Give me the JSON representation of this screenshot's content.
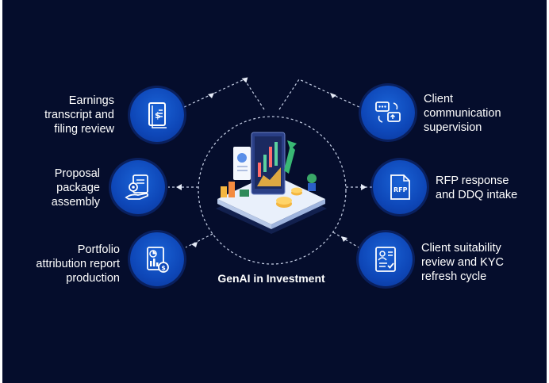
{
  "diagram": {
    "center_label": "GenAI in Investment",
    "left_items": [
      {
        "label_lines": [
          "Earnings",
          "transcript and",
          "filing review"
        ],
        "icon": "document-dollar-icon"
      },
      {
        "label_lines": [
          "Proposal",
          "package",
          "assembly"
        ],
        "icon": "hand-gear-document-icon"
      },
      {
        "label_lines": [
          "Portfolio",
          "attribution report",
          "production"
        ],
        "icon": "report-chart-dollar-icon"
      }
    ],
    "right_items": [
      {
        "label_lines": [
          "Client",
          "communication",
          "supervision"
        ],
        "icon": "chat-exchange-icon"
      },
      {
        "label_lines": [
          "RFP response",
          "and DDQ intake"
        ],
        "icon": "rfp-document-icon",
        "icon_text": "RFP"
      },
      {
        "label_lines": [
          "Client suitability",
          "review and KYC",
          "refresh cycle"
        ],
        "icon": "profile-checklist-icon"
      }
    ],
    "colors": {
      "background": "#050d2c",
      "icon_fill": "#0e47b8",
      "text": "#ffffff",
      "dashed_line": "#c9d2e8"
    }
  }
}
